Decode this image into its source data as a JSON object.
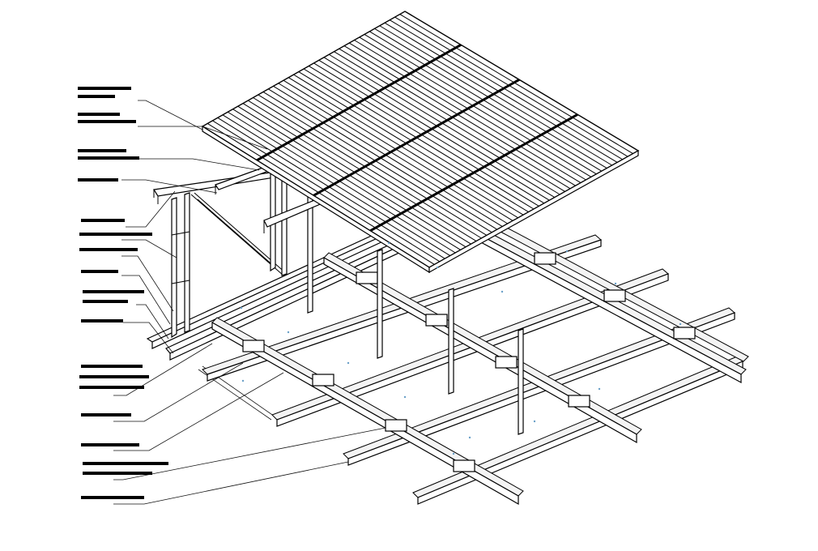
{
  "drawing": {
    "callouts": [
      {
        "id": "callout-1",
        "lines": 2
      },
      {
        "id": "callout-2",
        "lines": 2
      },
      {
        "id": "callout-3",
        "lines": 2
      },
      {
        "id": "callout-4",
        "lines": 1
      },
      {
        "id": "callout-5",
        "lines": 1
      },
      {
        "id": "callout-6",
        "lines": 1
      },
      {
        "id": "callout-7",
        "lines": 1
      },
      {
        "id": "callout-8",
        "lines": 1
      },
      {
        "id": "callout-9",
        "lines": 2
      },
      {
        "id": "callout-10",
        "lines": 1
      },
      {
        "id": "callout-11",
        "lines": 3
      },
      {
        "id": "callout-12",
        "lines": 1
      },
      {
        "id": "callout-13",
        "lines": 1
      },
      {
        "id": "callout-14",
        "lines": 2
      },
      {
        "id": "callout-15",
        "lines": 1
      }
    ],
    "line_color": "#000000",
    "background": "#ffffff",
    "accent_dots": "#6aa0c8"
  }
}
